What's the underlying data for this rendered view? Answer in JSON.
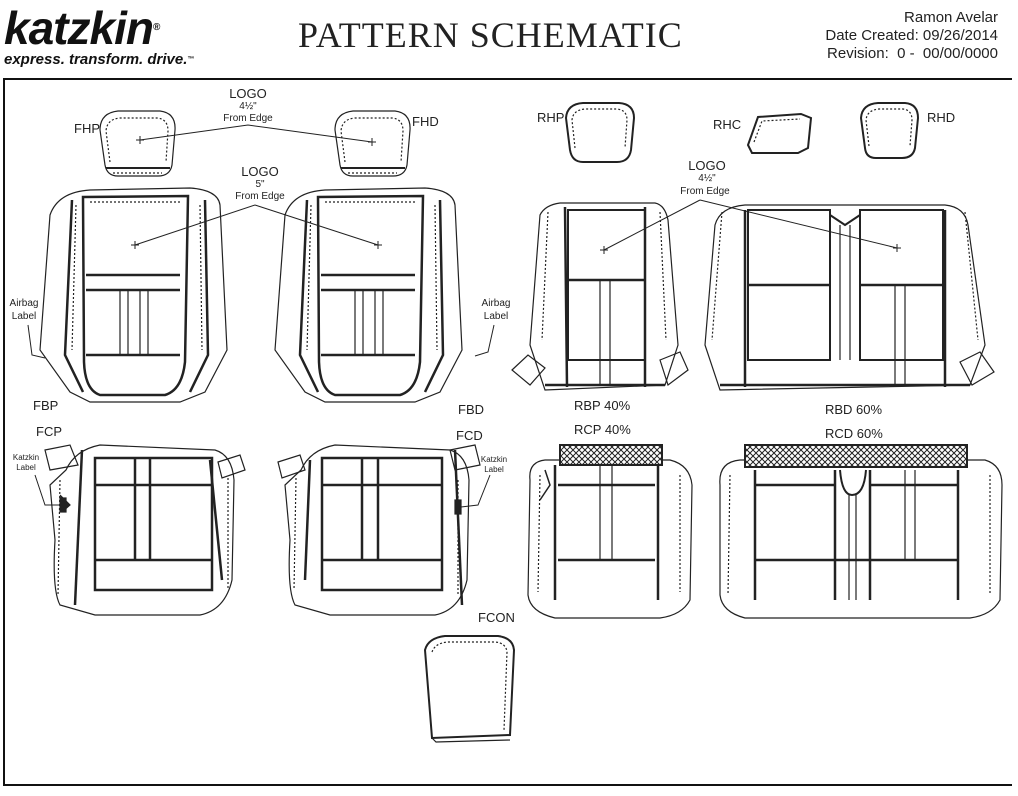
{
  "header": {
    "brand": "katzkin",
    "brand_mark": "®",
    "tagline": "express. transform. drive.",
    "tagline_mark": "™",
    "title": "PATTERN SCHEMATIC",
    "author": "Ramon Avelar",
    "date_created": "Date Created: 09/26/2014",
    "revision": "Revision:  0 -  00/00/0000"
  },
  "labels": {
    "fhp": "FHP",
    "fhd": "FHD",
    "rhp": "RHP",
    "rhc": "RHC",
    "rhd": "RHD",
    "fbp": "FBP",
    "fbd": "FBD",
    "fcp": "FCP",
    "fcd": "FCD",
    "rbp": "RBP 40%",
    "rbd": "RBD 60%",
    "rcp": "RCP 40%",
    "rcd": "RCD 60%",
    "fcon": "FCON",
    "logo": "LOGO",
    "logo_front_head_size": "4½\"",
    "logo_back_size": "5\"",
    "logo_rear_size": "4½\"",
    "from_edge": "From Edge",
    "airbag": "Airbag",
    "label_word": "Label",
    "katzkin_word": "Katzkin"
  }
}
